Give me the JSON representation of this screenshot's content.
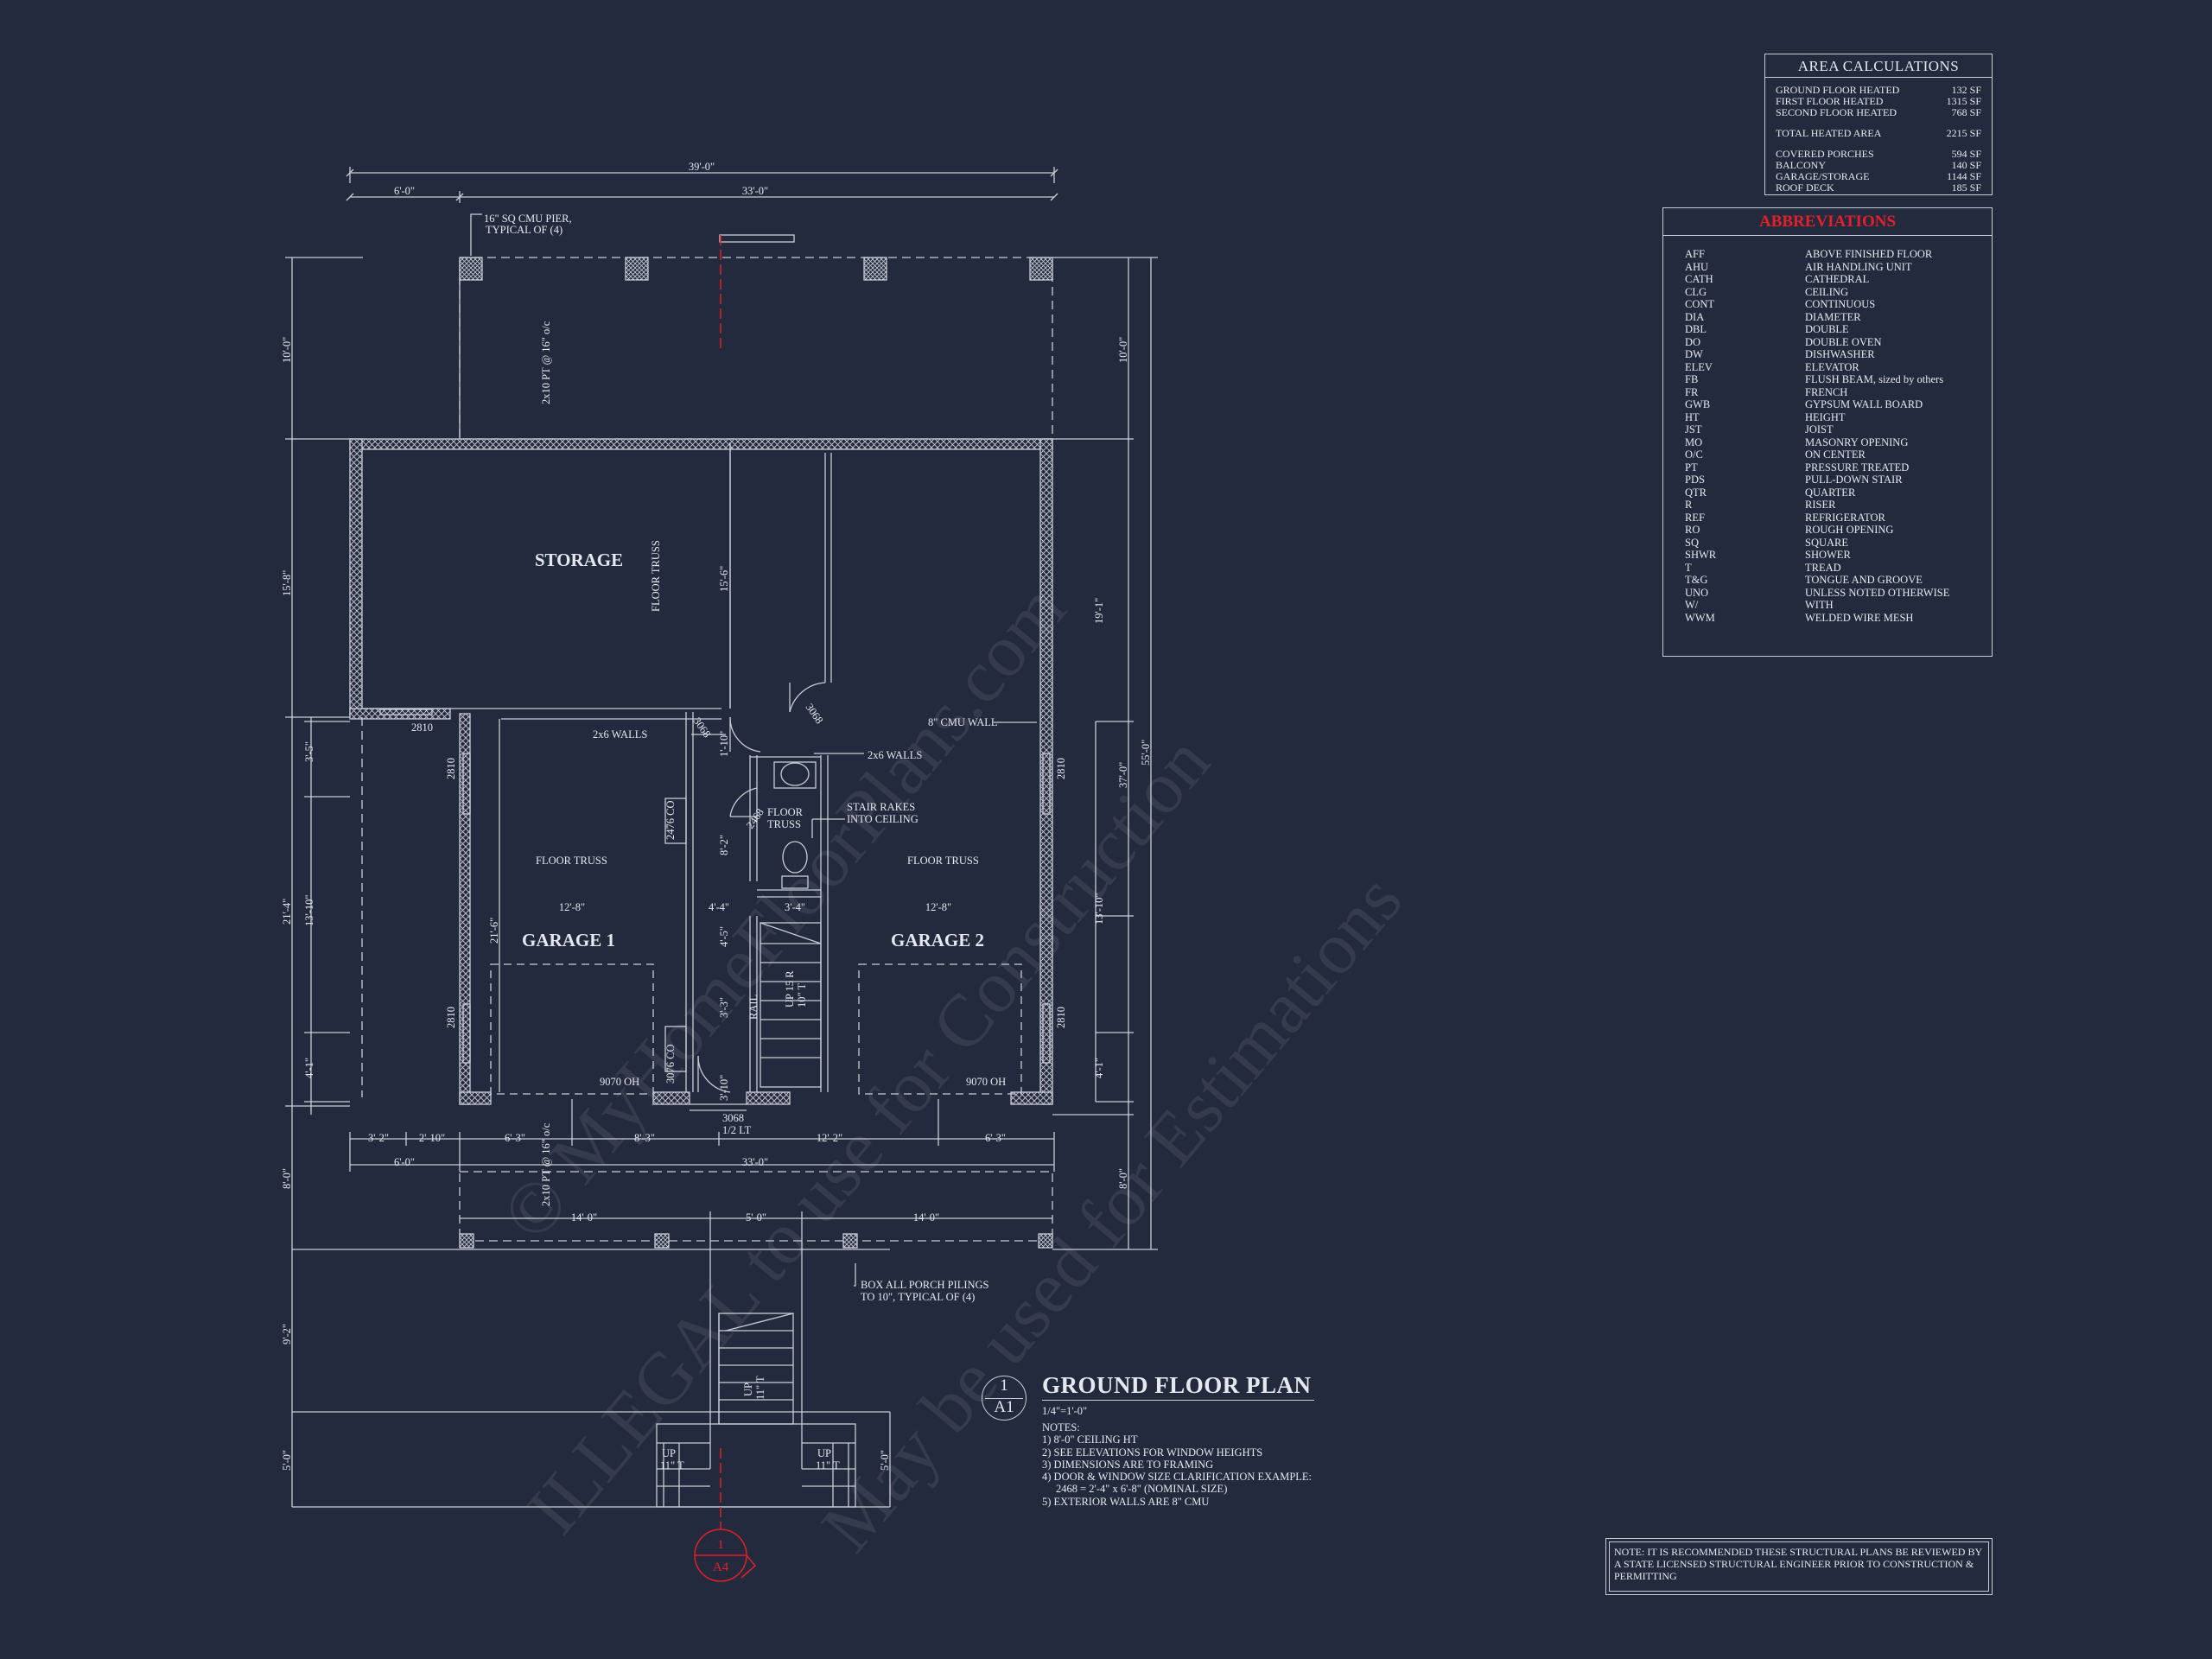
{
  "area_calculations": {
    "title": "AREA CALCULATIONS",
    "groups": [
      [
        {
          "label": "GROUND FLOOR HEATED",
          "value": "132 SF"
        },
        {
          "label": "FIRST FLOOR HEATED",
          "value": "1315 SF"
        },
        {
          "label": "SECOND FLOOR HEATED",
          "value": "768 SF"
        }
      ],
      [
        {
          "label": "TOTAL HEATED AREA",
          "value": "2215 SF"
        }
      ],
      [
        {
          "label": "COVERED PORCHES",
          "value": "594 SF"
        },
        {
          "label": "BALCONY",
          "value": "140 SF"
        },
        {
          "label": "GARAGE/STORAGE",
          "value": "1144 SF"
        },
        {
          "label": "ROOF DECK",
          "value": "185 SF"
        }
      ]
    ]
  },
  "abbreviations": {
    "title": "ABBREVIATIONS",
    "items": [
      {
        "abbr": "AFF",
        "meaning": "ABOVE FINISHED FLOOR"
      },
      {
        "abbr": "AHU",
        "meaning": "AIR HANDLING UNIT"
      },
      {
        "abbr": "CATH",
        "meaning": "CATHEDRAL"
      },
      {
        "abbr": "CLG",
        "meaning": "CEILING"
      },
      {
        "abbr": "CONT",
        "meaning": "CONTINUOUS"
      },
      {
        "abbr": "DIA",
        "meaning": "DIAMETER"
      },
      {
        "abbr": "DBL",
        "meaning": "DOUBLE"
      },
      {
        "abbr": "DO",
        "meaning": "DOUBLE OVEN"
      },
      {
        "abbr": "DW",
        "meaning": "DISHWASHER"
      },
      {
        "abbr": "ELEV",
        "meaning": "ELEVATOR"
      },
      {
        "abbr": "FB",
        "meaning": "FLUSH BEAM, sized by others"
      },
      {
        "abbr": "FR",
        "meaning": "FRENCH"
      },
      {
        "abbr": "GWB",
        "meaning": "GYPSUM WALL BOARD"
      },
      {
        "abbr": "HT",
        "meaning": "HEIGHT"
      },
      {
        "abbr": "JST",
        "meaning": "JOIST"
      },
      {
        "abbr": "MO",
        "meaning": "MASONRY OPENING"
      },
      {
        "abbr": "O/C",
        "meaning": "ON CENTER"
      },
      {
        "abbr": "PT",
        "meaning": "PRESSURE TREATED"
      },
      {
        "abbr": "PDS",
        "meaning": "PULL-DOWN STAIR"
      },
      {
        "abbr": "QTR",
        "meaning": "QUARTER"
      },
      {
        "abbr": "R",
        "meaning": "RISER"
      },
      {
        "abbr": "REF",
        "meaning": "REFRIGERATOR"
      },
      {
        "abbr": "RO",
        "meaning": "ROUGH OPENING"
      },
      {
        "abbr": "SQ",
        "meaning": "SQUARE"
      },
      {
        "abbr": "SHWR",
        "meaning": "SHOWER"
      },
      {
        "abbr": "T",
        "meaning": "TREAD"
      },
      {
        "abbr": "T&G",
        "meaning": "TONGUE AND GROOVE"
      },
      {
        "abbr": "UNO",
        "meaning": "UNLESS NOTED OTHERWISE"
      },
      {
        "abbr": "W/",
        "meaning": "WITH"
      },
      {
        "abbr": "WWM",
        "meaning": "WELDED WIRE MESH"
      }
    ]
  },
  "structural_note": "NOTE: IT IS RECOMMENDED THESE STRUCTURAL PLANS BE REVIEWED BY A STATE LICENSED STRUCTURAL ENGINEER PRIOR TO CONSTRUCTION & PERMITTING",
  "title_block": {
    "detail_number": "1",
    "sheet_ref": "A1",
    "title": "GROUND FLOOR PLAN",
    "scale": "1/4\"=1'-0\"",
    "notes_heading": "NOTES:",
    "notes": [
      "1) 8'-0\" CEILING HT",
      "2) SEE ELEVATIONS FOR WINDOW HEIGHTS",
      "3) DIMENSIONS ARE TO FRAMING",
      "4) DOOR & WINDOW SIZE CLARIFICATION EXAMPLE:",
      "    2468 = 2'-4\" x 6'-8\" (NOMINAL SIZE)",
      "5) EXTERIOR WALLS ARE 8\" CMU"
    ]
  },
  "section_marker": {
    "number": "1",
    "sheet": "A4"
  },
  "rooms": {
    "storage": "STORAGE",
    "garage1": "GARAGE 1",
    "garage2": "GARAGE 2"
  },
  "labels": {
    "pier_note_1": "16\" SQ CMU PIER,",
    "pier_note_2": "TYPICAL OF (4)",
    "joist_top": "2x10 PT @ 16\" o/c",
    "joist_bottom": "2x10 PT @ 16\" o/c",
    "floor_truss_vertical": "FLOOR TRUSS",
    "floor_truss_left": "FLOOR TRUSS",
    "floor_truss_right": "FLOOR TRUSS",
    "floor_truss_bath_1": "FLOOR",
    "floor_truss_bath_2": "TRUSS",
    "walls_2x6_left": "2x6 WALLS",
    "walls_2x6_right": "2x6 WALLS",
    "cmu_wall": "8\" CMU WALL",
    "stair_rakes_1": "STAIR RAKES",
    "stair_rakes_2": "INTO CEILING",
    "door_3068_a": "3068",
    "door_3068_b": "3068",
    "door_2468": "2468",
    "closet_2476": "2476 CO",
    "closet_3076": "3076 CO",
    "window_2810_top": "2810",
    "window_2810_l1": "2810",
    "window_2810_l2": "2810",
    "window_2810_r1": "2810",
    "window_2810_r2": "2810",
    "oh_door_left": "9070 OH",
    "oh_door_right": "9070 OH",
    "entry_door_1": "3068",
    "entry_door_2": "1/2 LT",
    "stair_up_1": "UP 15 R",
    "stair_up_2": "10\" T",
    "rail": "RAIL",
    "porch_note_1": "BOX ALL PORCH PILINGS",
    "porch_note_2": "TO 10\", TYPICAL OF (4)",
    "ext_stair_up": "UP",
    "ext_stair_tread": "11\" T",
    "landing_up_l": "UP",
    "landing_t_l": "11\" T",
    "landing_up_r": "UP",
    "landing_t_r": "11\" T"
  },
  "dimensions": {
    "overall_width": "39'-0\"",
    "top_left": "6'-0\"",
    "top_right": "33'-0\"",
    "left_top": "10'-0\"",
    "left_storage": "15'-8\"",
    "left_garage": "21'-4\"",
    "left_porch": "8'-0\"",
    "left_stair": "9'-2\"",
    "left_landing": "5'-0\"",
    "left_inner_1": "3'-5\"",
    "left_inner_2": "13'-10\"",
    "left_inner_3": "4'-1\"",
    "right_top": "10'-0\"",
    "right_storage": "19'-1\"",
    "right_overall": "55'-0\"",
    "right_garage": "37'-0\"",
    "right_inner_2": "13'-10\"",
    "right_inner_3": "4'-1\"",
    "right_porch": "8'-0\"",
    "right_landing": "5'-0\"",
    "center_storage": "15'-6\"",
    "bath_1": "1'-10\"",
    "bath_2": "8'-2\"",
    "garage1_width": "12'-8\"",
    "hall_width": "4'-4\"",
    "stair_width": "3'-4\"",
    "garage2_width": "12'-8\"",
    "garage1_depth": "21'-6\"",
    "hall_1": "4'-5\"",
    "hall_2": "3'-3\"",
    "hall_3": "3'-10\"",
    "bot_1": "3'-2\"",
    "bot_2": "2'-10\"",
    "bot_3": "6'-3\"",
    "bot_4": "8'-3\"",
    "bot_5": "12'-2\"",
    "bot_6": "6'-3\"",
    "bot2_left": "6'-0\"",
    "bot2_right": "33'-0\"",
    "porch_1": "14'-0\"",
    "porch_2": "5'-0\"",
    "porch_3": "14'-0\""
  },
  "watermarks": [
    "ILLEGAL to use for Construction",
    "© MyHomeFloorPlans.com",
    "May be used for Estimations"
  ],
  "colors": {
    "background": "#242a3d",
    "lines": "#c9ccd6",
    "accent_red": "#e0202a"
  }
}
